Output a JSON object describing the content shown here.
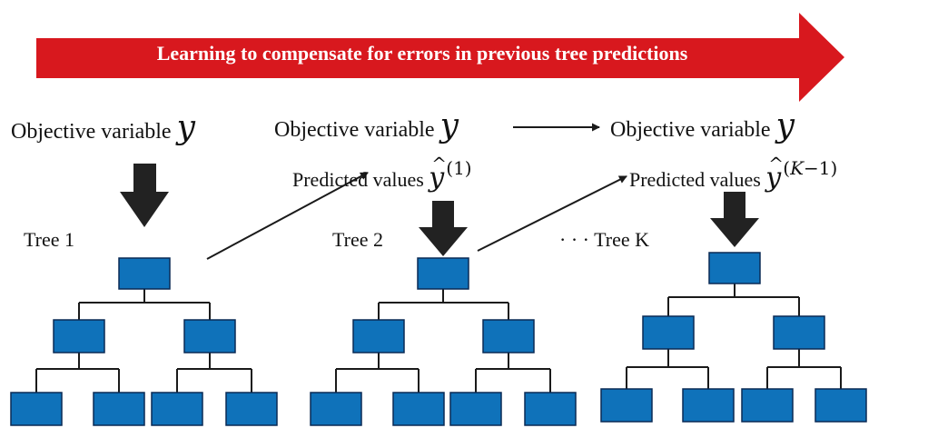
{
  "banner": {
    "text": "Learning to compensate for errors in previous tree predictions"
  },
  "labels": {
    "objective_prefix": "Objective variable",
    "objective_symbol": "y",
    "predicted_prefix": "Predicted values",
    "predicted_symbol": "y",
    "sup_tree1_open": "(",
    "sup_tree1_value": "1",
    "sup_tree1_close": ")",
    "sup_treek_open": "(",
    "sup_treek_var": "K",
    "sup_treek_rest": "−1)",
    "tree_1": "Tree 1",
    "tree_2": "Tree 2",
    "tree_k": "· · · Tree K"
  },
  "colors": {
    "banner": "#d8181e",
    "node_fill": "#0f72ba",
    "node_border": "#0a2a55",
    "edge": "#1a1a1a",
    "big_arrow": "#222222"
  },
  "trees": [
    {
      "name": "Tree 1",
      "levels": [
        1,
        2,
        4
      ]
    },
    {
      "name": "Tree 2",
      "levels": [
        1,
        2,
        4
      ]
    },
    {
      "name": "Tree K",
      "levels": [
        1,
        2,
        4
      ]
    }
  ]
}
